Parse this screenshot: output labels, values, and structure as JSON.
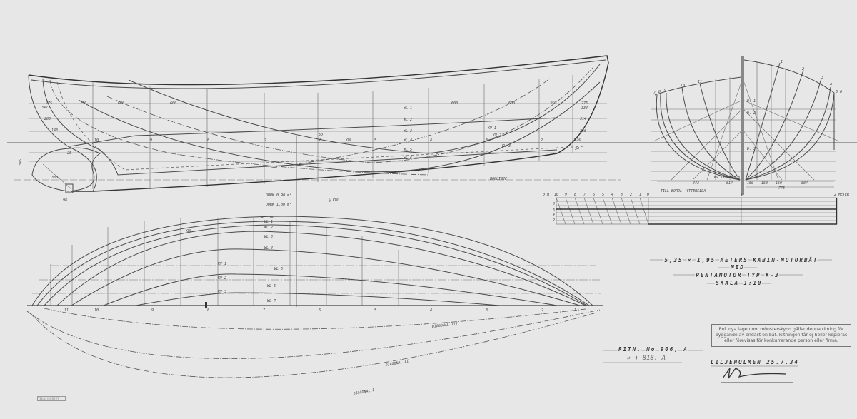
{
  "title": {
    "line1": "5,35 × 1,95 METERS KABIN-MOTORBÅT",
    "line2": "MED",
    "line3": "PENTAMOTOR TYP K-3",
    "scale": "SKALA 1:10"
  },
  "drawing_no": "RITN. No 906, A",
  "drawing_ref": "» + 818, A",
  "place_date": "LILJEHOLMEN 25.7.34",
  "signature": "A. Pettersson",
  "stamp_text": "Enl. nya lagen om mönsterskydd gäller denna ritning för byggande av endast en båt. Ritningen får ej heller kopieras eller förevisas för konkurrerande person eller firma.",
  "archive_stamp": "TEKN. MUSEET",
  "profile": {
    "waterlines": [
      "WL 1",
      "WL 2",
      "WL 3",
      "WL 4",
      "WL 5",
      "WL 6"
    ],
    "buttocks": [
      "KV 1",
      "KV 2",
      "KV 3"
    ],
    "kwl": "KWL",
    "bogline": "BOGLINJE",
    "spacings": [
      "275",
      "250",
      "600",
      "600",
      "600",
      "600",
      "350",
      "275"
    ],
    "stern_offsets": [
      "347",
      "283",
      "143"
    ],
    "bow_offsets": [
      "334",
      "314",
      "286",
      "150",
      "34"
    ],
    "stations": [
      "10",
      "9",
      "8",
      "7",
      "6",
      "5",
      "4",
      "3",
      "2",
      "1"
    ],
    "deck_notes": [
      "DURK 0,90 m²",
      "DURK 1,00 m²",
      "½ KWL"
    ],
    "misc_dims": [
      "345",
      "380",
      "25",
      "50",
      "98"
    ]
  },
  "plan": {
    "reling": "RELING",
    "waterlines": [
      "WL 1",
      "WL 2",
      "WL 3",
      "WL 4",
      "WL 5",
      "WL 6",
      "WL 7"
    ],
    "kwl": "KWL",
    "buttocks": [
      "KV 1",
      "KV 2",
      "KV 3"
    ],
    "stations": [
      "11",
      "10",
      "9",
      "8",
      "7",
      "6",
      "5",
      "4",
      "3",
      "2",
      "1"
    ]
  },
  "diagonals": [
    "DIAGONAL III",
    "DIAGONAL II",
    "DIAGONAL I"
  ],
  "body_plan": {
    "stations_aft": [
      "7",
      "8",
      "9",
      "10",
      "11"
    ],
    "stations_fwd": [
      "1",
      "2",
      "3",
      "4",
      "5",
      "6"
    ],
    "diagonals": [
      "D. 1",
      "D. 2",
      "D. 3"
    ],
    "buttocks": [
      "KV 1",
      "KV 2",
      "KV 3"
    ],
    "dims_left": [
      "473",
      "817"
    ],
    "dims_right": [
      "150",
      "150",
      "150",
      "587"
    ],
    "overall": "773",
    "note": "TILL BORDL. YTTERSIDA"
  },
  "scale_bar": {
    "left_label": "0 M",
    "ticks": [
      "10",
      "9",
      "8",
      "7",
      "6",
      "5",
      "4",
      "3",
      "2",
      "1",
      "0"
    ],
    "mid": "1",
    "right_label": "2 METER",
    "rows": [
      "8",
      "6",
      "4",
      "2"
    ]
  }
}
